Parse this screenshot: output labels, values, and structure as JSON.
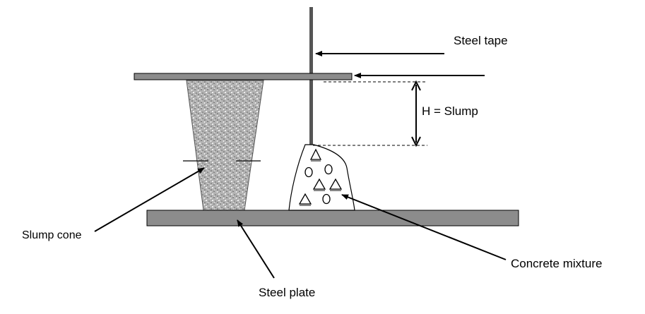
{
  "labels": {
    "steel_tape": "Steel tape",
    "slump": "H = Slump",
    "slump_cone": "Slump cone",
    "concrete_mixture": "Concrete mixture",
    "steel_plate": "Steel plate"
  },
  "colors": {
    "plate_fill": "#8c8c8c",
    "rod": "#555555",
    "cone_base": "#b5b5b5",
    "line": "#000000"
  },
  "icons": [
    "triangle-icon",
    "circle-icon"
  ]
}
